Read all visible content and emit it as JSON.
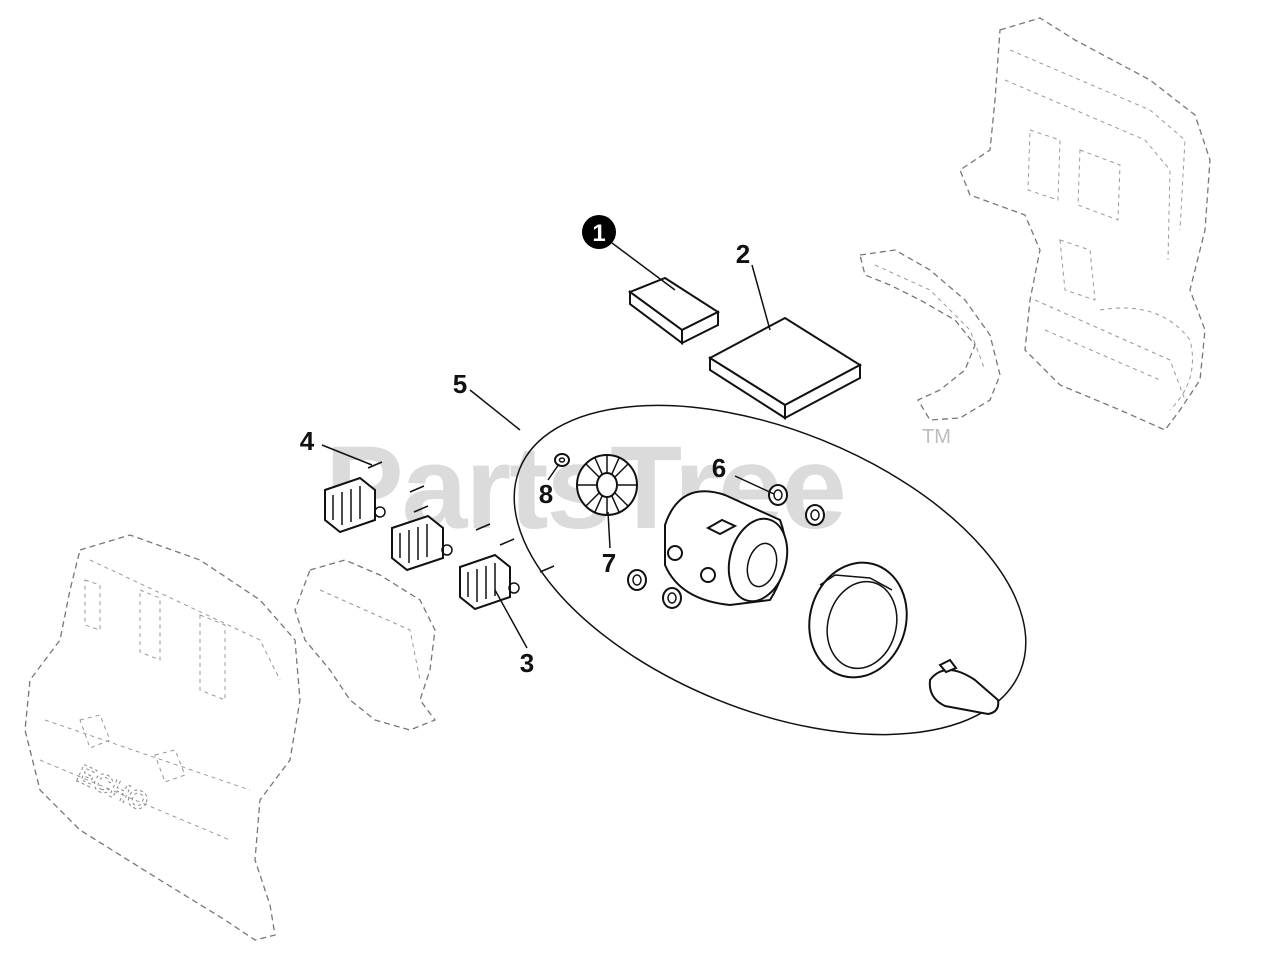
{
  "watermark": {
    "text": "PartsTree",
    "trademark": "TM"
  },
  "callouts": [
    {
      "id": "1",
      "text": "1",
      "highlighted": true
    },
    {
      "id": "2",
      "text": "2",
      "highlighted": false
    },
    {
      "id": "3",
      "text": "3",
      "highlighted": false
    },
    {
      "id": "4",
      "text": "4",
      "highlighted": false
    },
    {
      "id": "5",
      "text": "5",
      "highlighted": false
    },
    {
      "id": "6",
      "text": "6",
      "highlighted": false
    },
    {
      "id": "7",
      "text": "7",
      "highlighted": false
    },
    {
      "id": "8",
      "text": "8",
      "highlighted": false
    }
  ],
  "housing_lettering": "ECHO",
  "colors": {
    "ink": "#111111",
    "ghost_lines": "#777777",
    "watermark": "#cfcfcf",
    "callout_badge": "#000000"
  }
}
